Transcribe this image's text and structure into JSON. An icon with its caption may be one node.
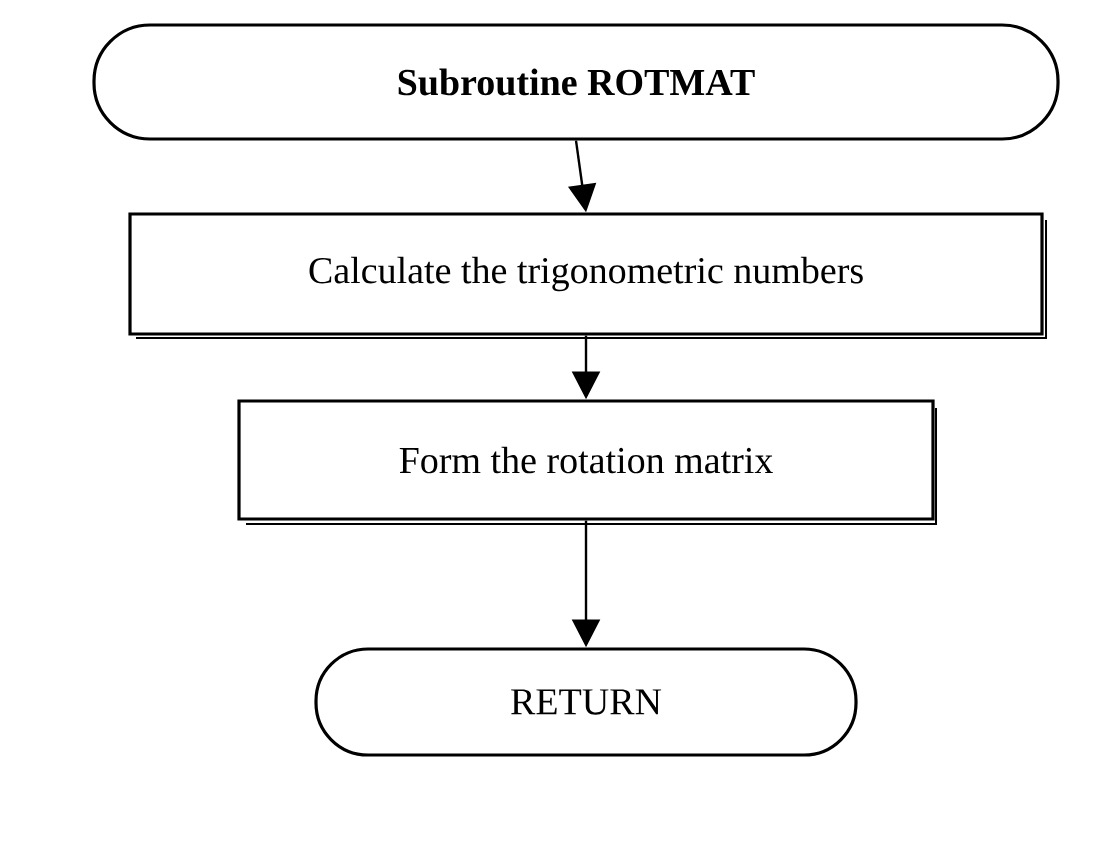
{
  "diagram": {
    "nodes": [
      {
        "text": [
          "Subroutine  ROTMAT"
        ]
      },
      {
        "text": [
          "Calculate the trigonometric numbers"
        ]
      },
      {
        "text": [
          "Form the rotation matrix"
        ]
      },
      {
        "text": [
          "RETURN"
        ]
      }
    ],
    "edges": [
      {
        "from": 0,
        "to": 1,
        "arrow": "to"
      },
      {
        "from": 1,
        "to": 2,
        "arrow": "to"
      },
      {
        "from": 2,
        "to": 3,
        "arrow": "to"
      }
    ]
  }
}
